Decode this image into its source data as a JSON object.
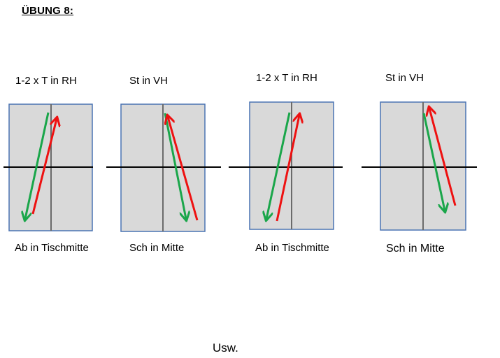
{
  "title": "ÜBUNG 8:",
  "colors": {
    "table_fill": "#d9d9d9",
    "table_border": "#4a74b3",
    "center_line": "#6b6b6b",
    "net_line": "#000000",
    "green_arrow": "#1aa64a",
    "red_arrow": "#ee1111"
  },
  "panels": [
    {
      "top_label": "1-2 x T in RH",
      "bottom_label": "Ab in Tischmitte"
    },
    {
      "top_label": "St in VH",
      "bottom_label": "Sch in Mitte"
    },
    {
      "top_label": "1-2 x T in RH",
      "bottom_label": "Ab in Tischmitte"
    },
    {
      "top_label": "St in VH",
      "bottom_label": "Sch in Mitte"
    }
  ],
  "footer": "Usw."
}
